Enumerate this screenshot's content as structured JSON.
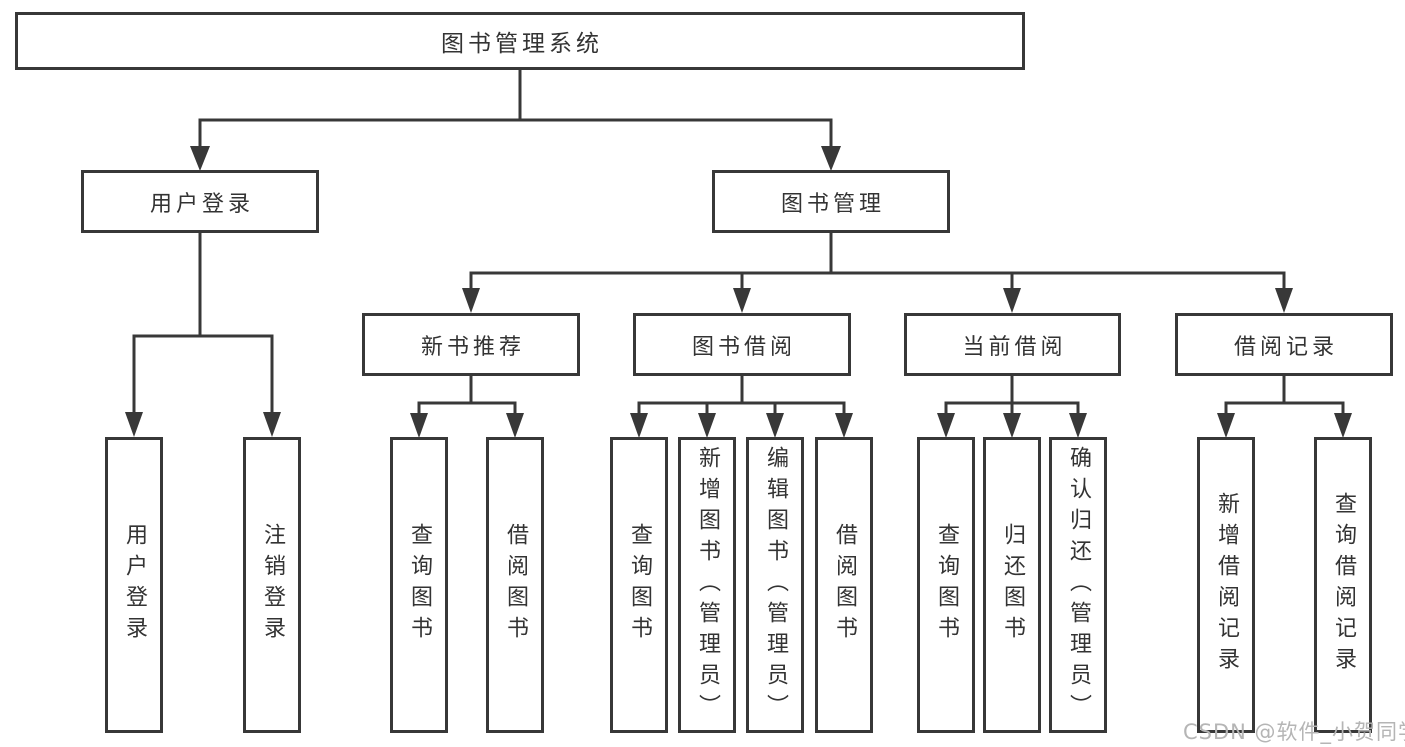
{
  "colors": {
    "line": "#383838",
    "box_border": "#383838",
    "text": "#333333",
    "background": "#ffffff",
    "watermark": "#b5b5b5"
  },
  "watermark": "CSDN @软件_小贺同学",
  "tree": {
    "label": "图书管理系统",
    "children": [
      {
        "label": "用户登录",
        "children": [
          {
            "label": "用户登录"
          },
          {
            "label": "注销登录"
          }
        ]
      },
      {
        "label": "图书管理",
        "children": [
          {
            "label": "新书推荐",
            "children": [
              {
                "label": "查询图书"
              },
              {
                "label": "借阅图书"
              }
            ]
          },
          {
            "label": "图书借阅",
            "children": [
              {
                "label": "查询图书"
              },
              {
                "label": "新增图书（管理员）"
              },
              {
                "label": "编辑图书（管理员）"
              },
              {
                "label": "借阅图书"
              }
            ]
          },
          {
            "label": "当前借阅",
            "children": [
              {
                "label": "查询图书"
              },
              {
                "label": "归还图书"
              },
              {
                "label": "确认归还（管理员）"
              }
            ]
          },
          {
            "label": "借阅记录",
            "children": [
              {
                "label": "新增借阅记录"
              },
              {
                "label": "查询借阅记录"
              }
            ]
          }
        ]
      }
    ]
  }
}
